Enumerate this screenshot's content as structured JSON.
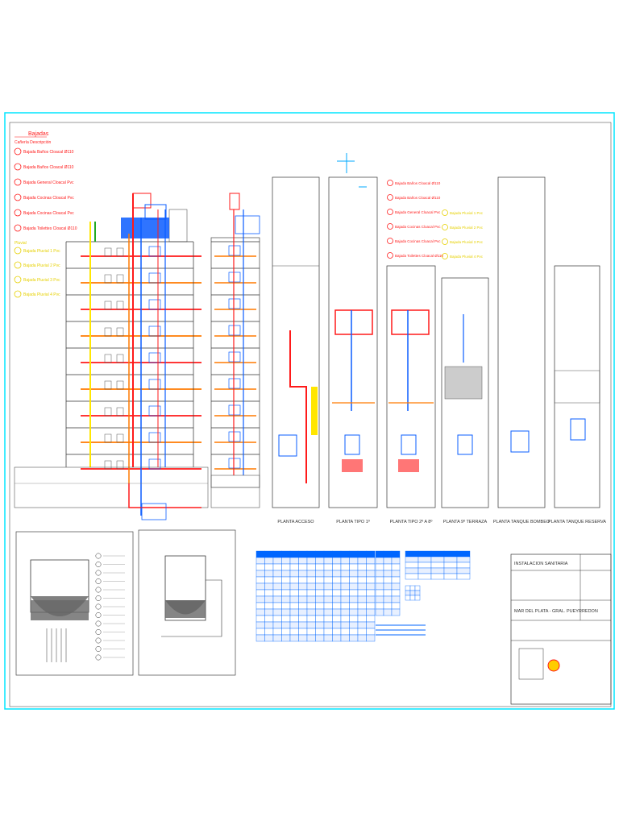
{
  "legend": {
    "title": "Bajadas",
    "subtitle": "Cañería Descripción",
    "red_items": [
      "Bajada Baños Cloacal Ø110",
      "Bajada Baños Cloacal Ø110",
      "Bajada General Cloacal Pvc",
      "Bajada Cocinas Cloacal Pvc",
      "Bajada Cocinas Cloacal Pvc",
      "Bajada Toilettes Cloacal Ø110"
    ],
    "pluvial_title": "Pluvial",
    "pluvial_items": [
      "Bajada Pluvial 1 Pvc",
      "Bajada Pluvial 2 Pvc",
      "Bajada Pluvial 3 Pvc",
      "Bajada Pluvial 4 Pvc"
    ]
  },
  "legend2": {
    "red_items": [
      "Bajada Baños Cloacal Ø110",
      "Bajada Baños Cloacal Ø110",
      "Bajada General Cloacal Pvc",
      "Bajada Cocinas Cloacal Pvc",
      "Bajada Cocinas Cloacal Pvc",
      "Bajada Toilettes Cloacal Ø110"
    ],
    "yellow_items": [
      "Bajada Pluvial 1 Pvc",
      "Bajada Pluvial 2 Pvc",
      "Bajada Pluvial 3 Pvc",
      "Bajada Pluvial 4 Pvc"
    ]
  },
  "plans": [
    "PLANTA ACCESO",
    "PLANTA TIPO 1º",
    "PLANTA TIPO 2º A 8º",
    "PLANTA 9º TERRAZA",
    "PLANTA TANQUE BOMBEO",
    "PLANTA TANQUE RESERVA"
  ],
  "title_block": {
    "project": "INSTALACION SANITARIA",
    "location": "MAR DEL PLATA - GRAL. PUEYRREDON"
  },
  "colors": {
    "frame": "#00e5ff",
    "red": "#ff1a1a",
    "orange": "#ff7a00",
    "blue": "#0a5cff",
    "yellow": "#ffe600",
    "green": "#22aa22",
    "table": "#0066ff"
  }
}
